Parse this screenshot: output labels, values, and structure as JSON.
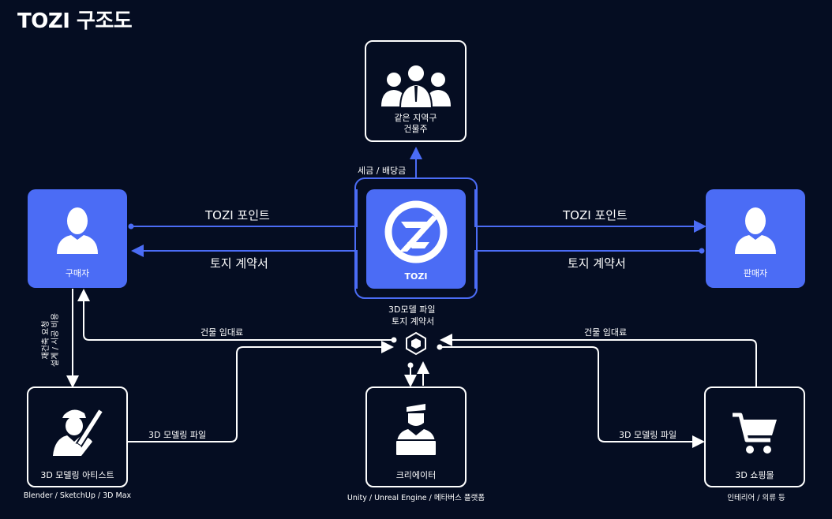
{
  "title": "TOZI 구조도",
  "nodes": {
    "center": {
      "label": "TOZI"
    },
    "top": {
      "label_line1": "같은 지역구",
      "label_line2": "건물주"
    },
    "buyer": {
      "label": "구매자"
    },
    "seller": {
      "label": "판매자"
    },
    "artist": {
      "label": "3D 모델링 아티스트",
      "sub": "Blender / SketchUp / 3D Max"
    },
    "creator": {
      "label": "크리에이터",
      "sub": "Unity / Unreal Engine / 메타버스 플랫폼"
    },
    "shop": {
      "label": "3D 쇼핑몰",
      "sub": "인테리어 / 의류 등"
    }
  },
  "edges": {
    "tax_dividend": "세금 / 배당금",
    "tozi_point_left": "TOZI 포인트",
    "contract_left": "토지 계약서",
    "tozi_point_right": "TOZI 포인트",
    "contract_right": "토지 계약서",
    "hub_line1": "3D모델 파일",
    "hub_line2": "토지 계약서",
    "rent_left": "건물 임대료",
    "rent_right": "건물 임대료",
    "vertical_line1": "재건축 요청",
    "vertical_line2": "설계 / 시공 비용",
    "model_file_left": "3D 모델링 파일",
    "model_file_right": "3D 모델링 파일"
  },
  "colors": {
    "background": "#050d22",
    "accent": "#4b6cf5",
    "line": "#ffffff"
  }
}
